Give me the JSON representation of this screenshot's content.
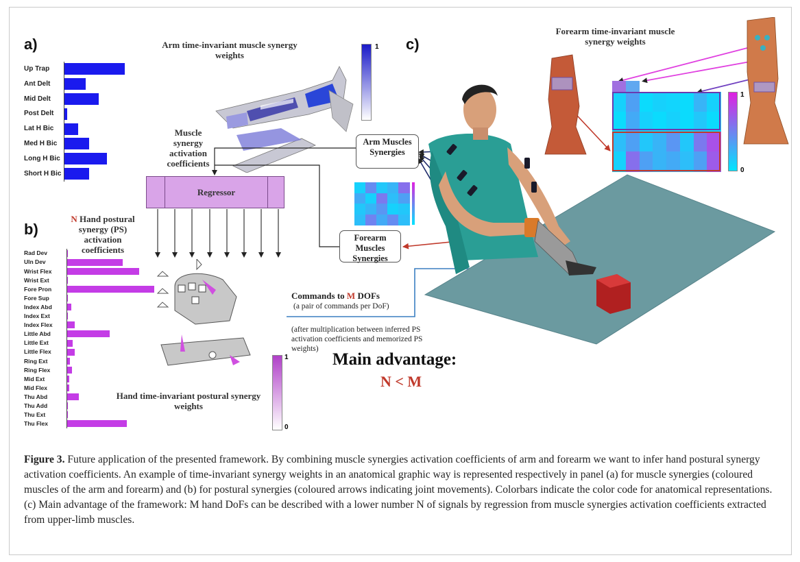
{
  "panels": {
    "a": "a)",
    "b": "b)",
    "c": "c)"
  },
  "arm_weights_title": "Arm time-invariant muscle synergy weights",
  "forearm_weights_title": "Forearm time-invariant muscle synergy weights",
  "hand_weights_title": "Hand time-invariant postural synergy weights",
  "muscle_activation_label": "Muscle synergy activation coefficients",
  "regressor_label": "Regressor",
  "n_hand_ps": {
    "n": "N",
    "text": "Hand postural synergy (PS) activation coefficients"
  },
  "arm_box": "Arm Muscles Synergies",
  "forearm_box": "Forearm Muscles Synergies",
  "commands": {
    "prefix": "Commands to ",
    "m": "M",
    "suffix": " DOFs",
    "sub": "(a pair of commands per DoF)",
    "after": "(after multiplication between inferred PS activation coefficients and memorized PS weights)"
  },
  "main_advantage": {
    "title": "Main advantage:",
    "formula": "N < M"
  },
  "colorbars": {
    "arm": {
      "max": "1",
      "color": "#1a1ac8"
    },
    "forearm": {
      "max": "1",
      "min": "0"
    },
    "hand": {
      "max": "1",
      "min": "0"
    }
  },
  "colors": {
    "arm_bar": "#1a1aee",
    "hand_bar": "#c43ce6",
    "regressor": "#d9a4e8",
    "table": "#6b9aa0",
    "red": "#c0392b",
    "blue_line": "#3a7fc1"
  },
  "chart_data": [
    {
      "type": "bar",
      "orientation": "horizontal",
      "categories": [
        "Up Trap",
        "Ant Delt",
        "Mid Delt",
        "Post Delt",
        "Lat H Bic",
        "Med H Bic",
        "Long H Bic",
        "Short H Bic"
      ],
      "values": [
        0.73,
        0.26,
        0.42,
        0.03,
        0.17,
        0.3,
        0.52,
        0.3
      ]
    },
    {
      "type": "bar",
      "orientation": "horizontal",
      "categories": [
        "Rad Dev",
        "Uln Dev",
        "Wrist Flex",
        "Wrist Ext",
        "Fore Pron",
        "Fore Sup",
        "Index Abd",
        "Index Ext",
        "Index Flex",
        "Little Abd",
        "Little Ext",
        "Little Flex",
        "Ring Ext",
        "Ring Flex",
        "Mid Ext",
        "Mid Flex",
        "Thu Abd",
        "Thu Add",
        "Thu Ext",
        "Thu Flex"
      ],
      "values": [
        0.0,
        0.58,
        0.75,
        0.01,
        0.91,
        0.0,
        0.04,
        0.0,
        0.08,
        0.44,
        0.06,
        0.08,
        0.03,
        0.05,
        0.02,
        0.02,
        0.12,
        0.01,
        0.0,
        0.62
      ]
    }
  ],
  "forearm_matrix": {
    "top_row": [
      0.62,
      0.4
    ],
    "rows": [
      [
        0.1,
        0.35,
        0.05,
        0.1,
        0.08,
        0.05,
        0.25,
        0.1
      ],
      [
        0.05,
        0.3,
        0.1,
        0.05,
        0.1,
        0.05,
        0.15,
        0.05
      ],
      [
        0.2,
        0.35,
        0.15,
        0.25,
        0.4,
        0.15,
        0.55,
        0.75
      ],
      [
        0.1,
        0.6,
        0.35,
        0.25,
        0.3,
        0.2,
        0.35,
        0.7
      ]
    ]
  },
  "small_matrix": {
    "rows": [
      [
        0.1,
        0.45,
        0.15,
        0.25,
        0.6
      ],
      [
        0.3,
        0.1,
        0.55,
        0.2,
        0.35
      ],
      [
        0.15,
        0.25,
        0.4,
        0.1,
        0.15
      ],
      [
        0.2,
        0.5,
        0.3,
        0.45,
        0.2
      ]
    ]
  },
  "caption": {
    "label": "Figure 3.",
    "text": " Future application of the presented framework. By combining muscle synergies activation coefficients of arm and forearm we want to infer hand postural synergy activation coefficients. An example of time-invariant synergy weights in an anatomical graphic way is represented respectively in panel (a) for muscle synergies (coloured muscles of the arm and forearm) and (b) for postural synergies (coloured arrows indicating joint movements). Colorbars indicate the color code for anatomical representations. (c) Main advantage of the framework: M hand DoFs can be described with a lower number N of signals by regression from muscle synergies activation coefficients extracted from upper-limb muscles."
  }
}
